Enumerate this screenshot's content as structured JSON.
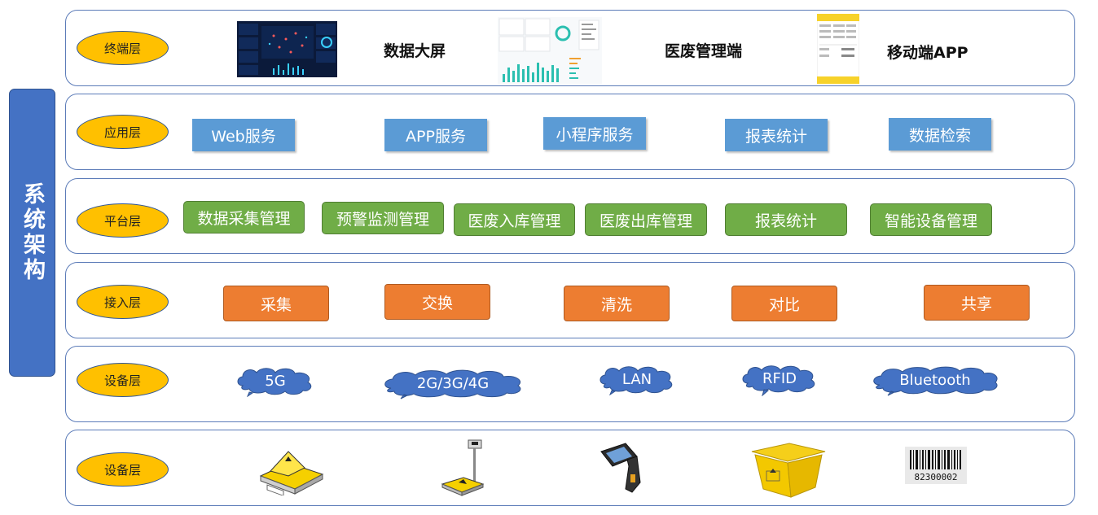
{
  "side_title": "系统架构",
  "terminal": {
    "layer": "终端层",
    "items": [
      {
        "label": "数据大屏"
      },
      {
        "label": "医废管理端"
      },
      {
        "label": "移动端APP"
      }
    ]
  },
  "application": {
    "layer": "应用层",
    "items": [
      "Web服务",
      "APP服务",
      "小程序服务",
      "报表统计",
      "数据检索"
    ]
  },
  "platform": {
    "layer": "平台层",
    "items": [
      "数据采集管理",
      "预警监测管理",
      "医废入库管理",
      "医废出库管理",
      "报表统计",
      "智能设备管理"
    ]
  },
  "access": {
    "layer": "接入层",
    "items": [
      "采集",
      "交换",
      "清洗",
      "对比",
      "共享"
    ]
  },
  "network": {
    "layer": "设备层",
    "items": [
      "5G",
      "2G/3G/4G",
      "LAN",
      "RFID",
      "Bluetooth"
    ]
  },
  "devices": {
    "layer": "设备层",
    "barcode_text": "82300002",
    "items": [
      "scale-icon",
      "platform-scale-icon",
      "handheld-scanner-icon",
      "medical-waste-bin-icon",
      "barcode-icon"
    ]
  },
  "colors": {
    "frame": "#5b7bb8",
    "oval": "#ffc000",
    "side_title": "#4472c4",
    "application": "#5b9bd5",
    "platform": "#70ad47",
    "access": "#ed7d31",
    "network": "#4472c4"
  }
}
